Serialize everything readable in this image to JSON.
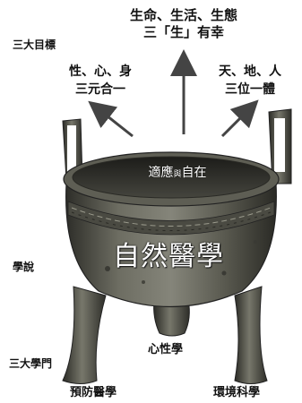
{
  "top_goal": {
    "line1": "生命、生活、生態",
    "line2": "三「生」有幸"
  },
  "left_goal": {
    "line1": "性、心、身",
    "line2": "三元合一"
  },
  "right_goal": {
    "line1": "天、地、人",
    "line2": "三位一體"
  },
  "side_labels": {
    "three_goals": "三大目標",
    "theory": "學說",
    "three_schools": "三大學門"
  },
  "cauldron": {
    "rim_label_left": "適應",
    "rim_label_join": "與",
    "rim_label_right": "自在",
    "body_label": "自然醫學"
  },
  "legs": {
    "left": "預防醫學",
    "middle": "心性學",
    "right": "環境科學"
  },
  "colors": {
    "bronze_dark": "#3a3a34",
    "bronze_mid": "#5e5e54",
    "bronze_light": "#8a8a7c",
    "arrow": "#444444"
  }
}
